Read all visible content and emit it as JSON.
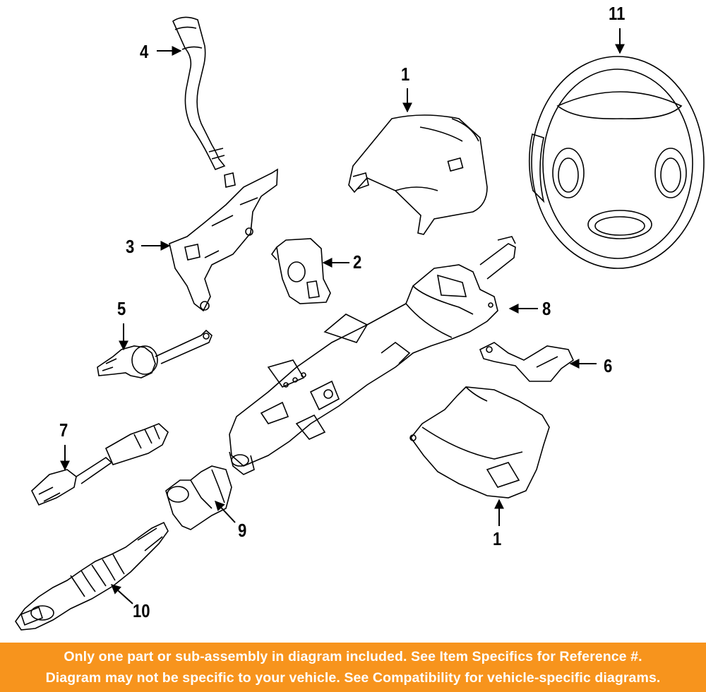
{
  "callouts": {
    "c1_top": "1",
    "c1_bottom": "1",
    "c2": "2",
    "c3": "3",
    "c4": "4",
    "c5": "5",
    "c6": "6",
    "c7": "7",
    "c8": "8",
    "c9": "9",
    "c10": "10",
    "c11": "11"
  },
  "banner": {
    "line1": "Only one part or sub-assembly in diagram included. See Item Specifics for Reference #.",
    "line2": "Diagram may not be specific to your vehicle. See Compatibility for vehicle-specific diagrams."
  },
  "colors": {
    "banner_bg": "#f7941d",
    "banner_text": "#ffffff",
    "line_art": "#000000"
  }
}
